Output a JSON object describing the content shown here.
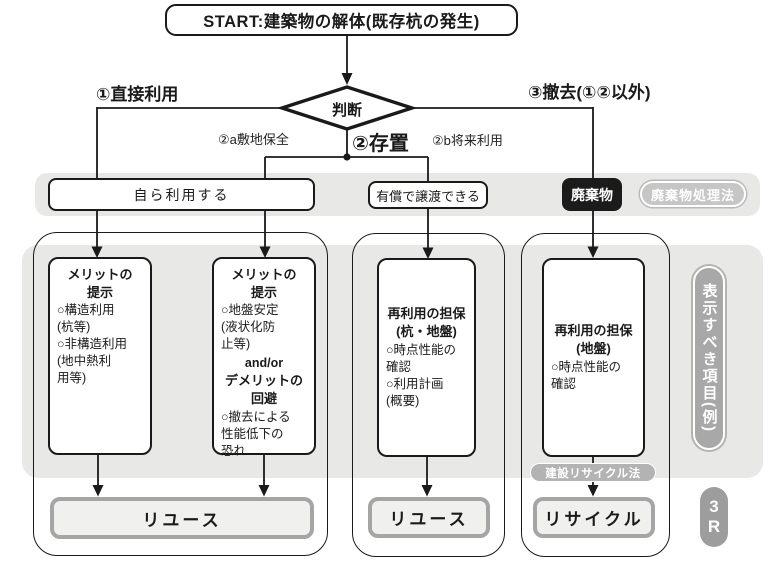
{
  "start": {
    "label": "START:建築物の解体(既存杭の発生)"
  },
  "decision": {
    "label": "判断"
  },
  "branches": {
    "direct_use": "①直接利用",
    "leave_in_place": "②存置",
    "site_preservation": "②a敷地保全",
    "future_use": "②b将来利用",
    "removal": "③撤去(①②以外)"
  },
  "band": {
    "self_use": "自ら利用する",
    "paid_transfer": "有償で譲渡できる",
    "waste": "廃棄物",
    "waste_law": "廃棄物処理法"
  },
  "boxes": {
    "box1": {
      "heading": "メリットの\n提示",
      "body": "○構造利用\n(杭等)\n○非構造利用\n(地中熱利\n 用等)"
    },
    "box2": {
      "heading": "メリットの\n提示",
      "body": "○地盤安定\n(液状化防\n 止等)",
      "connector": "and/or",
      "heading2": "デメリットの\n回避",
      "body2": "○撤去による\n 性能低下の\n 恐れ"
    },
    "box3": {
      "heading": "再利用の担保\n(杭・地盤)",
      "body": "○時点性能の\n 確認\n○利用計画\n (概要)"
    },
    "box4": {
      "heading": "再利用の担保\n(地盤)",
      "body": "○時点性能の\n 確認"
    }
  },
  "outputs": {
    "reuse1": "リユース",
    "reuse2": "リユース",
    "recycle": "リサイクル",
    "recycle_law": "建設リサイクル法"
  },
  "side": {
    "items_label": "表示すべき項目(例)",
    "three_r": "3R"
  },
  "colors": {
    "panel_gray": "#e8e8e6",
    "pill_gray": "#b3b3b3",
    "dark": "#1a1a1a",
    "output_border": "#a5a5a5",
    "output_fill": "#f0f0ee"
  }
}
